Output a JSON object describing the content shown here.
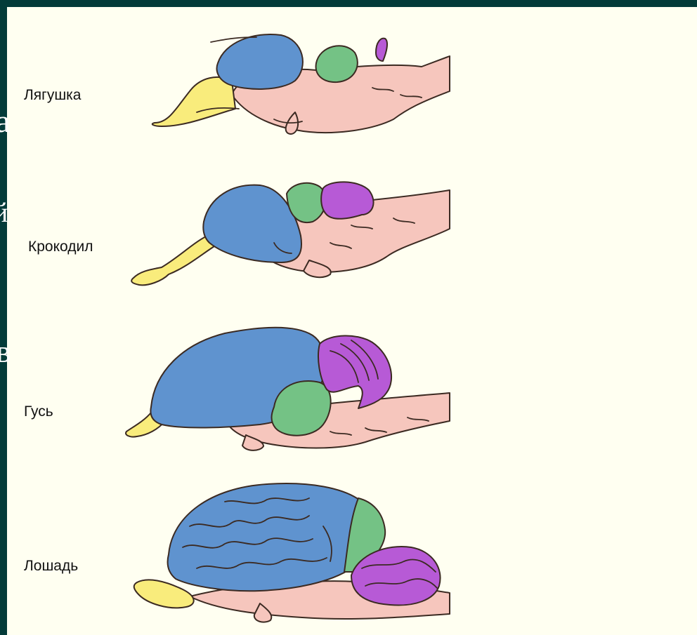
{
  "labels": {
    "frog": "Лягушка",
    "crocodile": "Крокодил",
    "goose": "Гусь",
    "horse": "Лошадь"
  },
  "background_glyphs": {
    "g1": "а",
    "g2": "й",
    "g3": "в"
  },
  "colors": {
    "olfactory": "#f9ec7c",
    "cerebrum": "#5f93cf",
    "midbrain": "#74c285",
    "cerebellum": "#b75ad6",
    "brainstem": "#f6c6bd",
    "background": "#fffff1"
  }
}
